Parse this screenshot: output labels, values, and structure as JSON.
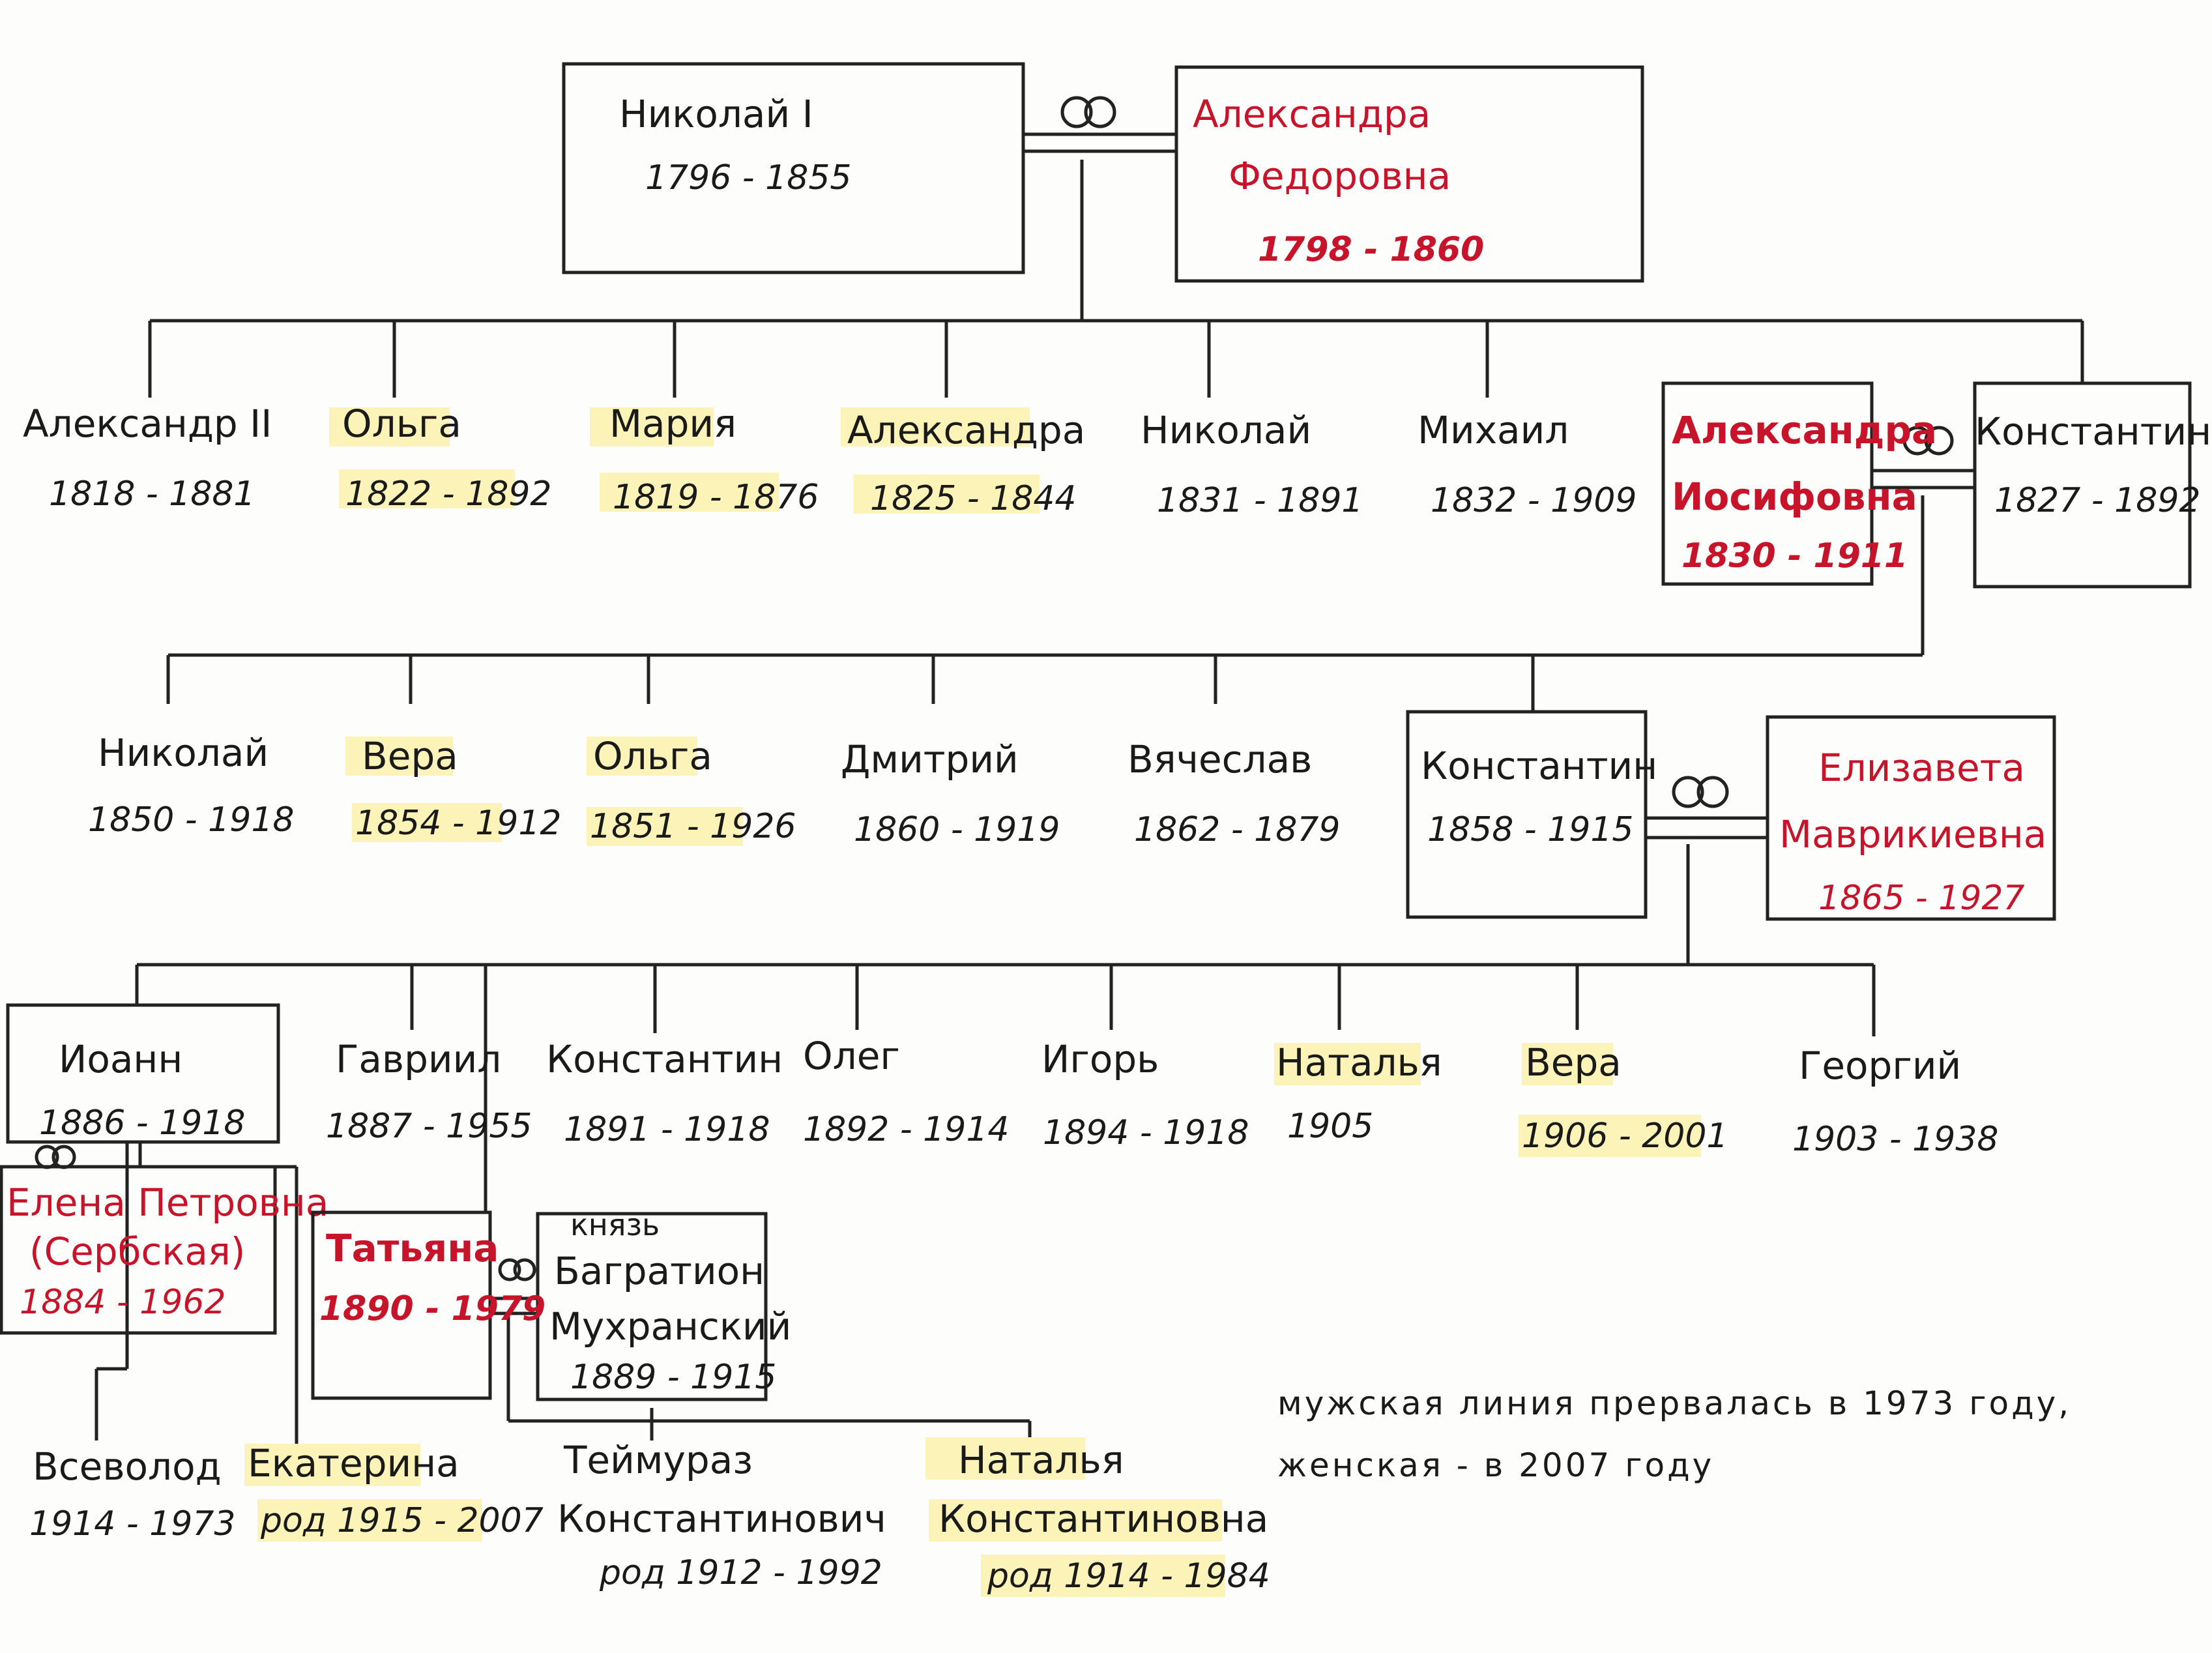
{
  "colors": {
    "spouse": "#c8142a",
    "text": "#1a1a1a",
    "highlight": "#fbf3b8",
    "line": "#222222"
  },
  "icons": {
    "marriage": "marriage-rings-icon"
  },
  "root": {
    "husband": {
      "name": "Николай I",
      "years": "1796 - 1855"
    },
    "wife": {
      "name1": "Александра",
      "name2": "Федоровна",
      "years": "1798 - 1860"
    }
  },
  "gen1": [
    {
      "name": "Александр II",
      "years": "1818 - 1881"
    },
    {
      "name": "Ольга",
      "years": "1822 - 1892"
    },
    {
      "name": "Мария",
      "years": "1819 - 1876"
    },
    {
      "name": "Александра",
      "years": "1825 - 1844"
    },
    {
      "name": "Николай",
      "years": "1831 - 1891"
    },
    {
      "name": "Михаил",
      "years": "1832 - 1909"
    }
  ],
  "konstantin1": {
    "wife": {
      "name1": "Александра",
      "name2": "Иосифовна",
      "years": "1830 - 1911"
    },
    "husband": {
      "name": "Константин",
      "years": "1827 - 1892"
    }
  },
  "gen2": [
    {
      "name": "Николай",
      "years": "1850 - 1918"
    },
    {
      "name": "Вера",
      "years": "1854 - 1912"
    },
    {
      "name": "Ольга",
      "years": "1851 - 1926"
    },
    {
      "name": "Дмитрий",
      "years": "1860 - 1919"
    },
    {
      "name": "Вячеслав",
      "years": "1862 - 1879"
    }
  ],
  "konstantin2": {
    "husband": {
      "name": "Константин",
      "years": "1858 - 1915"
    },
    "wife": {
      "name1": "Елизавета",
      "name2": "Маврикиевна",
      "years": "1865 - 1927"
    }
  },
  "ioann": {
    "name": "Иоанн",
    "years": "1886 - 1918",
    "wife": {
      "name1": "Елена Петровна",
      "name2": "(Сербская)",
      "years": "1884 - 1962"
    }
  },
  "gen3": [
    {
      "name": "Гавриил",
      "years": "1887 - 1955"
    },
    {
      "name": "Константин",
      "years": "1891 - 1918"
    },
    {
      "name": "Олег",
      "years": "1892 - 1914"
    },
    {
      "name": "Игорь",
      "years": "1894 - 1918"
    },
    {
      "name": "Наталья",
      "years": "1905"
    },
    {
      "name": "Вера",
      "years": "1906 - 2001"
    },
    {
      "name": "Георгий",
      "years": "1903 - 1938"
    }
  ],
  "tatiana": {
    "name": "Татьяна",
    "years": "1890 - 1979",
    "husband": {
      "title": "князь",
      "name1": "Багратион",
      "name2": "Мухранский",
      "years": "1889 - 1915"
    }
  },
  "gen4": [
    {
      "name": "Всеволод",
      "years": "1914 - 1973"
    },
    {
      "name": "Екатерина",
      "years": "род 1915 - 2007"
    },
    {
      "name": "Теймураз",
      "name2": "Константинович",
      "years": "род 1912 - 1992"
    },
    {
      "name": "Наталья",
      "name2": "Константиновна",
      "years": "род 1914 - 1984"
    }
  ],
  "note": {
    "line1": "мужская линия прервалась в 1973 году,",
    "line2": "женская - в 2007 году"
  }
}
